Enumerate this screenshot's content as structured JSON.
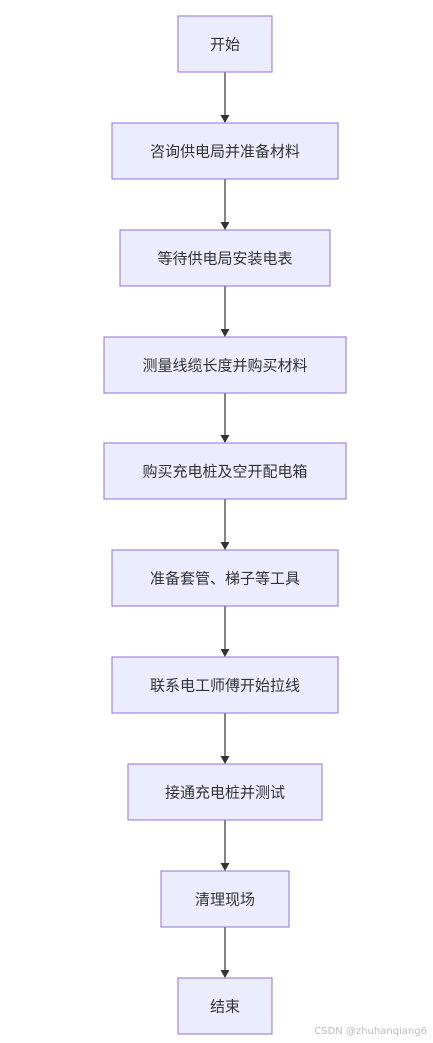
{
  "flowchart": {
    "nodes": [
      {
        "id": "start",
        "label": "开始"
      },
      {
        "id": "consult",
        "label": "咨询供电局并准备材料"
      },
      {
        "id": "wait-meter",
        "label": "等待供电局安装电表"
      },
      {
        "id": "measure",
        "label": "测量线缆长度并购买材料"
      },
      {
        "id": "buy-charger",
        "label": "购买充电桩及空开配电箱"
      },
      {
        "id": "prepare-tools",
        "label": "准备套管、梯子等工具"
      },
      {
        "id": "contact-electrician",
        "label": "联系电工师傅开始拉线"
      },
      {
        "id": "connect-test",
        "label": "接通充电桩并测试"
      },
      {
        "id": "cleanup",
        "label": "清理现场"
      },
      {
        "id": "end",
        "label": "结束"
      }
    ],
    "edges": [
      {
        "from": "start",
        "to": "consult"
      },
      {
        "from": "consult",
        "to": "wait-meter"
      },
      {
        "from": "wait-meter",
        "to": "measure"
      },
      {
        "from": "measure",
        "to": "buy-charger"
      },
      {
        "from": "buy-charger",
        "to": "prepare-tools"
      },
      {
        "from": "prepare-tools",
        "to": "contact-electrician"
      },
      {
        "from": "contact-electrician",
        "to": "connect-test"
      },
      {
        "from": "connect-test",
        "to": "cleanup"
      },
      {
        "from": "cleanup",
        "to": "end"
      }
    ]
  },
  "watermark": "CSDN @zhuhanqiang6",
  "colors": {
    "node_fill": "#ececff",
    "node_stroke": "#9370db",
    "edge": "#333333",
    "text": "#333333"
  }
}
